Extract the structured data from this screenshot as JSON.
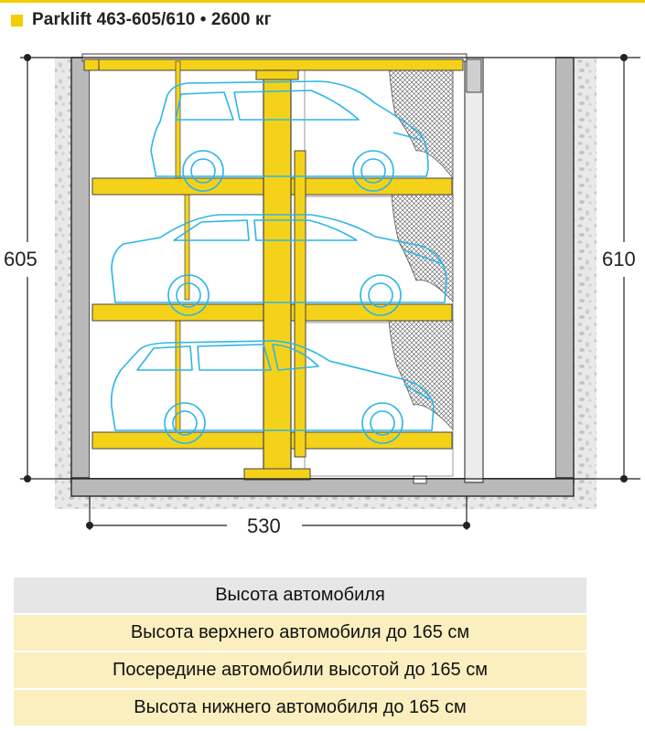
{
  "title": "Parklift 463-605/610 • 2600 кг",
  "dimensions": {
    "height_left": "605",
    "height_right": "610",
    "width_bottom": "530"
  },
  "colors": {
    "accent_yellow": "#f3cd00",
    "platform_yellow": "#f5d21a",
    "car_outline": "#2cb6e6",
    "wall_grey": "#b9b9b9",
    "table_header_bg": "#e6e6e6",
    "table_row_bg": "#fbeebf"
  },
  "table": {
    "header": "Высота автомобиля",
    "rows": [
      "Высота верхнего автомобиля до 165 см",
      "Посередине автомобили высотой до 165 см",
      "Высота нижнего автомобиля до 165 см"
    ]
  }
}
